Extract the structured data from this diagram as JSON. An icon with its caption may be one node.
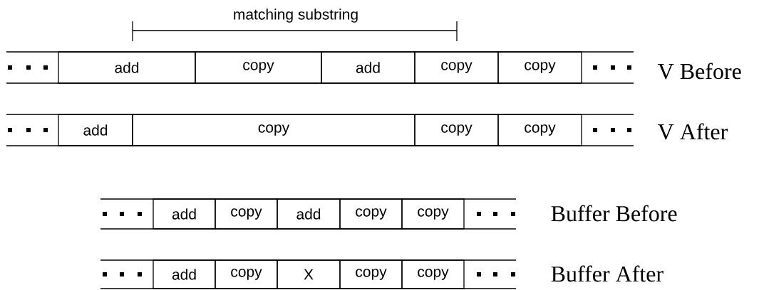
{
  "diagram": {
    "nodes": [
      {
        "text": [
          "add"
        ]
      },
      {
        "text": [
          "copy"
        ]
      },
      {
        "text": [
          "add"
        ]
      },
      {
        "text": [
          "copy"
        ]
      },
      {
        "text": [
          "copy"
        ]
      },
      {
        "text": [
          "add"
        ]
      },
      {
        "text": [
          "copy"
        ]
      },
      {
        "text": [
          "copy"
        ]
      },
      {
        "text": [
          "copy"
        ]
      },
      {
        "text": [
          "add"
        ]
      },
      {
        "text": [
          "copy"
        ]
      },
      {
        "text": [
          "add"
        ]
      },
      {
        "text": [
          "copy"
        ]
      },
      {
        "text": [
          "copy"
        ]
      },
      {
        "text": [
          "add"
        ]
      },
      {
        "text": [
          "copy"
        ]
      },
      {
        "text": [
          "X"
        ]
      },
      {
        "text": [
          "copy"
        ]
      },
      {
        "text": [
          "copy"
        ]
      }
    ],
    "labels": [
      "matching substring",
      "V  Before",
      "V  After",
      "Buffer Before",
      "Buffer After"
    ]
  }
}
